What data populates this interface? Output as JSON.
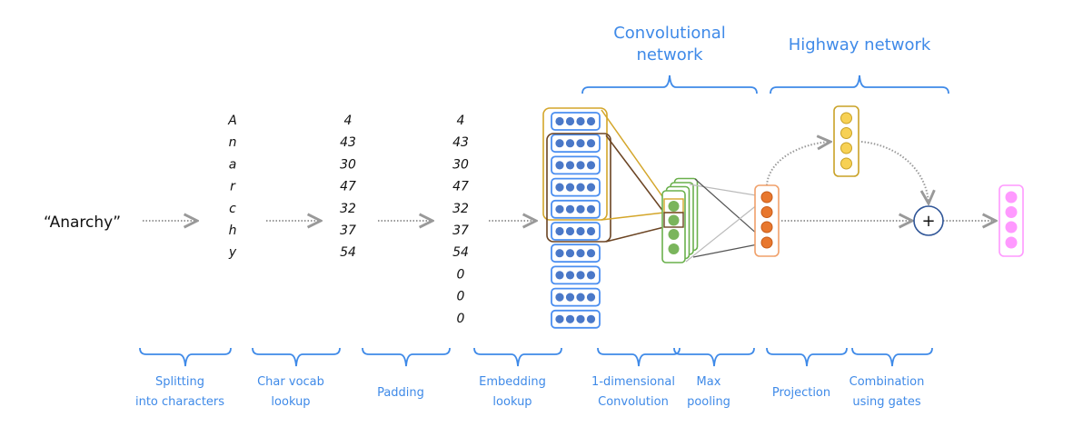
{
  "title": "Character-level CNN + Highway network pipeline",
  "input_word": "“Anarchy”",
  "characters": [
    "A",
    "n",
    "a",
    "r",
    "c",
    "h",
    "y"
  ],
  "vocab_ids": [
    "4",
    "43",
    "30",
    "47",
    "32",
    "37",
    "54"
  ],
  "padded_ids": [
    "4",
    "43",
    "30",
    "47",
    "32",
    "37",
    "54",
    "0",
    "0",
    "0"
  ],
  "embedding_dim": 4,
  "num_filters_shown": 4,
  "sections": {
    "conv": {
      "line1": "Convolutional",
      "line2": "network"
    },
    "highway": {
      "line1": "Highway network"
    }
  },
  "steps": [
    {
      "line1": "Splitting",
      "line2": "into characters"
    },
    {
      "line1": "Char vocab",
      "line2": "lookup"
    },
    {
      "line1": "Padding",
      "line2": ""
    },
    {
      "line1": "Embedding",
      "line2": "lookup"
    },
    {
      "line1": "1-dimensional",
      "line2": "Convolution"
    },
    {
      "line1": "Max",
      "line2": "pooling"
    },
    {
      "line1": "Projection",
      "line2": ""
    },
    {
      "line1": "Combination",
      "line2": "using gates"
    }
  ],
  "combine_symbol": "+",
  "colors": {
    "label_blue": "#3f8ae8",
    "embedding_border": "#4a8ef0",
    "embedding_dot": "#4a78c8",
    "window_gold": "#d4a62a",
    "window_brown": "#6b4423",
    "conv_green": "#6ab04c",
    "conv_dot": "#7ab55c",
    "proj_orange": "#e8772e",
    "gate_yellow": "#f7d154",
    "gate_border": "#c9a227",
    "output_pink": "#ff99ff",
    "arrow_gray": "#999999",
    "plus_circle": "#2f5597"
  }
}
